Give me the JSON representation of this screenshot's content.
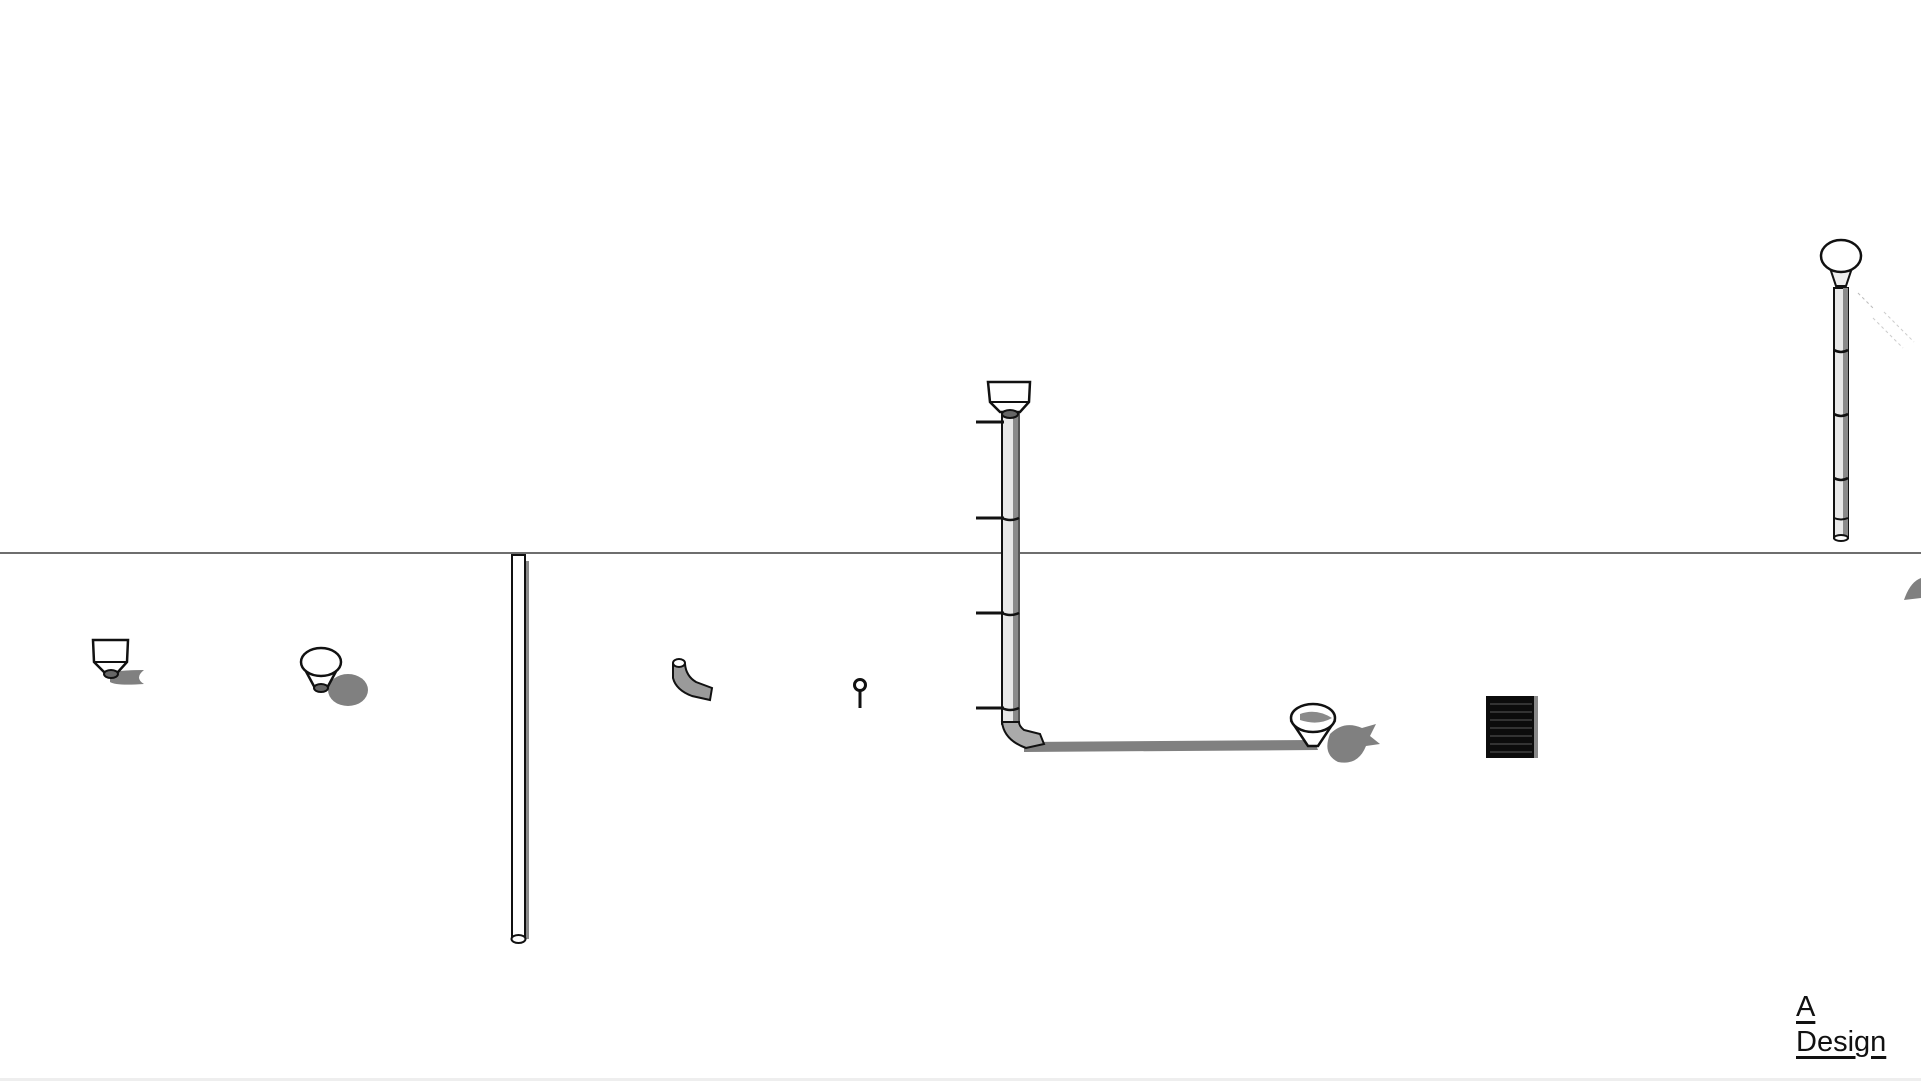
{
  "scene": {
    "background": "#ffffff",
    "horizon_color": "#6e6e6e",
    "shadow_color": "#808080",
    "outline_color": "#111111",
    "objects": [
      {
        "name": "square-hopper-head",
        "label": "Hopper head"
      },
      {
        "name": "round-hopper-head",
        "label": "Round hopper"
      },
      {
        "name": "vertical-downpipe",
        "label": "Downpipe"
      },
      {
        "name": "pipe-elbow",
        "label": "Elbow"
      },
      {
        "name": "pipe-clip",
        "label": "Clip"
      },
      {
        "name": "downpipe-assembly",
        "label": "Downpipe assembly"
      },
      {
        "name": "drain-funnel",
        "label": "Funnel"
      },
      {
        "name": "drain-grate",
        "label": "Grate"
      },
      {
        "name": "tall-downpipe-assembly",
        "label": "Tall downpipe"
      }
    ]
  },
  "logo": {
    "line1": "A",
    "line2": "Design"
  }
}
